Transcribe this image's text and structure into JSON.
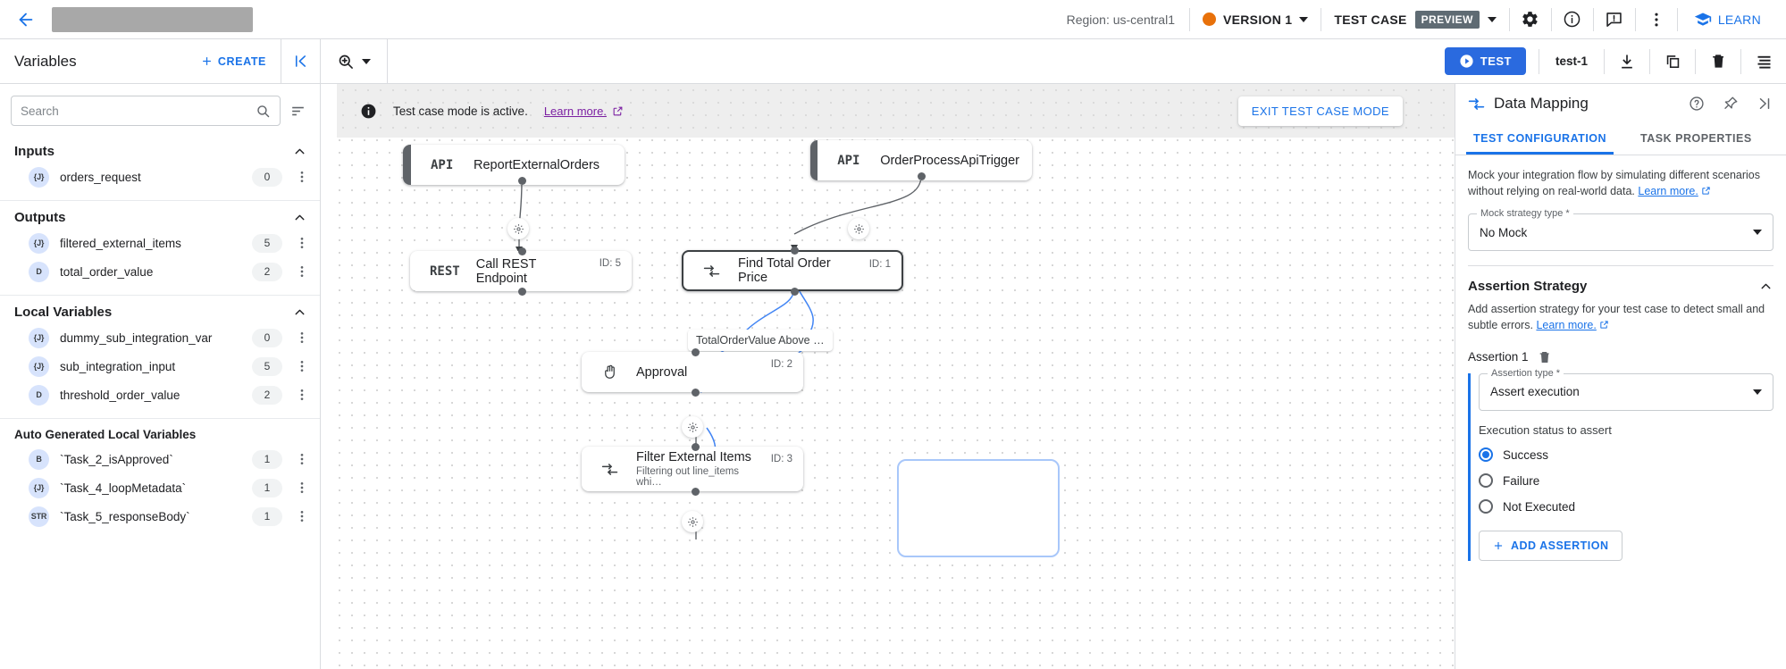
{
  "header": {
    "back_icon": "arrow-left-icon",
    "title_redacted": "",
    "region": "Region: us-central1",
    "version_label": "VERSION 1",
    "version_dot_color": "#e8710a",
    "test_case_label": "TEST CASE",
    "preview_badge": "PREVIEW",
    "icons": [
      "gear-icon",
      "info-icon",
      "feedback-icon",
      "more-vert-icon"
    ],
    "learn_label": "LEARN",
    "accent_blue": "#1a73e8"
  },
  "toolbar": {
    "panel_title": "Variables",
    "create_label": "CREATE",
    "collapse_icon": "collapse-left-icon",
    "zoom_icon": "zoom-in-icon",
    "test_label": "TEST",
    "test_name": "test-1",
    "icons": [
      "download-icon",
      "copy-icon",
      "delete-icon",
      "list-icon"
    ],
    "test_btn_color": "#2a6adf"
  },
  "variables": {
    "search_placeholder": "Search",
    "search_value": "",
    "sections": [
      {
        "title": "Inputs",
        "expanded": true,
        "items": [
          {
            "type": "{J}",
            "name": "orders_request",
            "count": "0"
          }
        ]
      },
      {
        "title": "Outputs",
        "expanded": true,
        "items": [
          {
            "type": "{J}",
            "name": "filtered_external_items",
            "count": "5"
          },
          {
            "type": "D",
            "name": "total_order_value",
            "count": "2"
          }
        ]
      },
      {
        "title": "Local Variables",
        "expanded": true,
        "items": [
          {
            "type": "{J}",
            "name": "dummy_sub_integration_var",
            "count": "0"
          },
          {
            "type": "{J}",
            "name": "sub_integration_input",
            "count": "5"
          },
          {
            "type": "D",
            "name": "threshold_order_value",
            "count": "2"
          }
        ]
      },
      {
        "title": "Auto Generated Local Variables",
        "expanded": false,
        "items": [
          {
            "type": "B",
            "name": "`Task_2_isApproved`",
            "count": "1"
          },
          {
            "type": "{J}",
            "name": "`Task_4_loopMetadata`",
            "count": "1"
          },
          {
            "type": "STR",
            "name": "`Task_5_responseBody`",
            "count": "1"
          }
        ]
      }
    ]
  },
  "canvas": {
    "banner_text": "Test case mode is active.",
    "banner_link": "Learn more.",
    "exit_button": "EXIT TEST CASE MODE",
    "edge_label": "TotalOrderValue Above …",
    "nodes": [
      {
        "type": "API",
        "title": "ReportExternalOrders",
        "id": "",
        "sub": ""
      },
      {
        "type": "API",
        "title": "OrderProcessApiTrigger",
        "id": "",
        "sub": ""
      },
      {
        "type": "REST",
        "title": "Call REST Endpoint",
        "id": "ID: 5",
        "sub": ""
      },
      {
        "type": "",
        "title": "Find Total Order Price",
        "id": "ID: 1",
        "sub": "",
        "glyph": "mapping-icon"
      },
      {
        "type": "",
        "title": "Approval",
        "id": "ID: 2",
        "sub": "",
        "glyph": "hand-icon"
      },
      {
        "type": "",
        "title": "Filter External Items",
        "id": "ID: 3",
        "sub": "Filtering out line_items whi…",
        "glyph": "mapping-icon"
      }
    ]
  },
  "right_panel": {
    "title": "Data Mapping",
    "header_icons": [
      "help-icon",
      "pin-icon",
      "collapse-right-icon"
    ],
    "tabs": [
      {
        "label": "TEST CONFIGURATION",
        "active": true
      },
      {
        "label": "TASK PROPERTIES",
        "active": false
      }
    ],
    "description": "Mock your integration flow by simulating different scenarios without relying on real-world data.",
    "description_link": "Learn more.",
    "mock_field_label": "Mock strategy type *",
    "mock_field_value": "No Mock",
    "assertion_section_title": "Assertion Strategy",
    "assertion_description": "Add assertion strategy for your test case to detect small and subtle errors.",
    "assertion_description_link": "Learn more.",
    "assertion_name": "Assertion 1",
    "assertion_type_label": "Assertion type *",
    "assertion_type_value": "Assert execution",
    "execution_status_title": "Execution status to assert",
    "radios": [
      {
        "label": "Success",
        "selected": true
      },
      {
        "label": "Failure",
        "selected": false
      },
      {
        "label": "Not Executed",
        "selected": false
      }
    ],
    "add_assertion_label": "ADD ASSERTION"
  }
}
